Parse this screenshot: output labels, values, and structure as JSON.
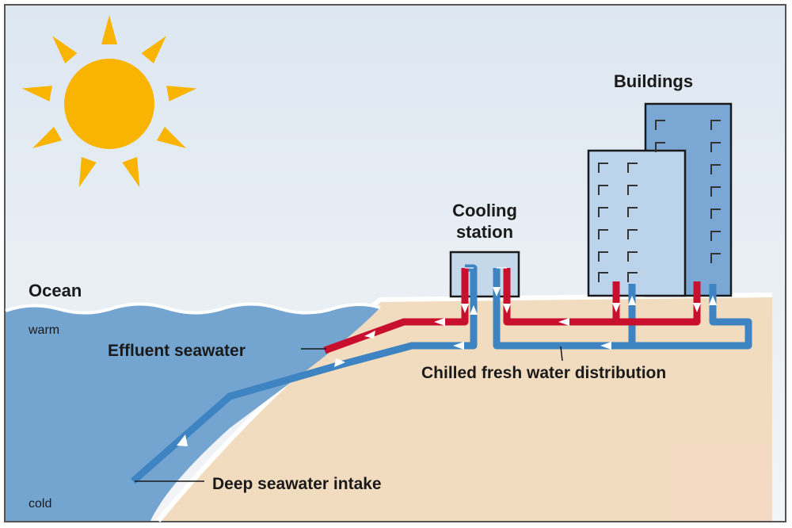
{
  "labels": {
    "ocean": "Ocean",
    "warm": "warm",
    "cold": "cold",
    "effluent": "Effluent seawater",
    "cooling_line1": "Cooling",
    "cooling_line2": "station",
    "buildings": "Buildings",
    "chilled": "Chilled fresh water distribution",
    "intake": "Deep seawater intake"
  },
  "colors": {
    "sky_top": "#dfe8f1",
    "sky_bottom": "#eef2f6",
    "ocean": "#74a5d1",
    "ocean_wave": "#97bde0",
    "sand": "#f2dcbf",
    "cold_pipe": "#3f84c2",
    "warm_pipe": "#c8102e",
    "building_back": "#7ba7d4",
    "building_front": "#bcd3ec",
    "sun": "#f8b400",
    "frame": "#555555"
  },
  "icons": [
    "sun-icon",
    "building-icon",
    "flow-arrow-icon"
  ]
}
